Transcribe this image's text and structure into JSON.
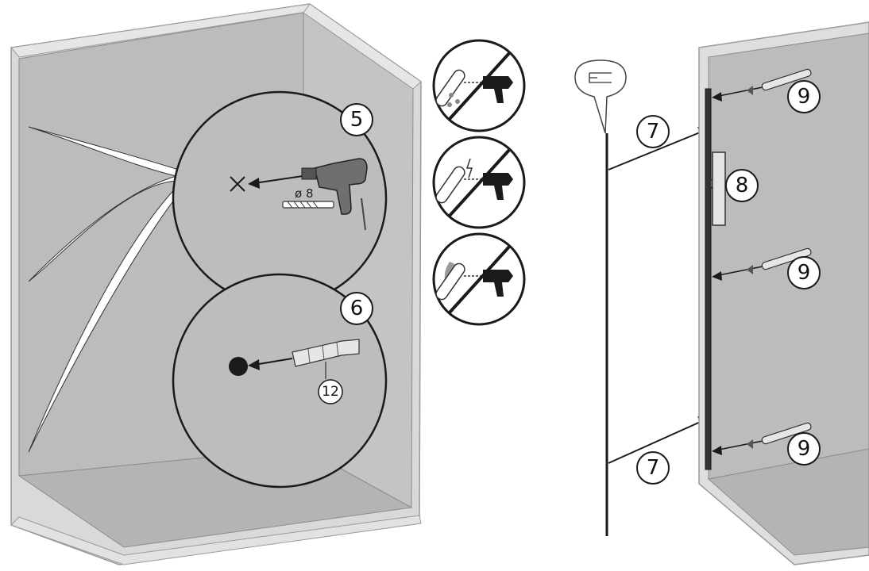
{
  "callouts": {
    "step_5": "5",
    "step_6": "6",
    "part_7_top": "7",
    "part_7_bottom": "7",
    "part_8": "8",
    "part_9_top": "9",
    "part_9_middle": "9",
    "part_9_bottom": "9",
    "part_12": "12"
  },
  "drill": {
    "diameter_label": "ø 8"
  },
  "icons": {
    "warning_1": "no-drilling-water-pipe-icon",
    "warning_2": "no-drilling-electric-cable-icon",
    "warning_3": "no-drilling-gas-pipe-icon",
    "level_tool": "profile-rail-icon"
  },
  "colors": {
    "cabinet_fill": "#bdbdbd",
    "cabinet_edge": "#dedede",
    "line": "#1a1a1a",
    "accent_fill": "#8a8a8a"
  }
}
